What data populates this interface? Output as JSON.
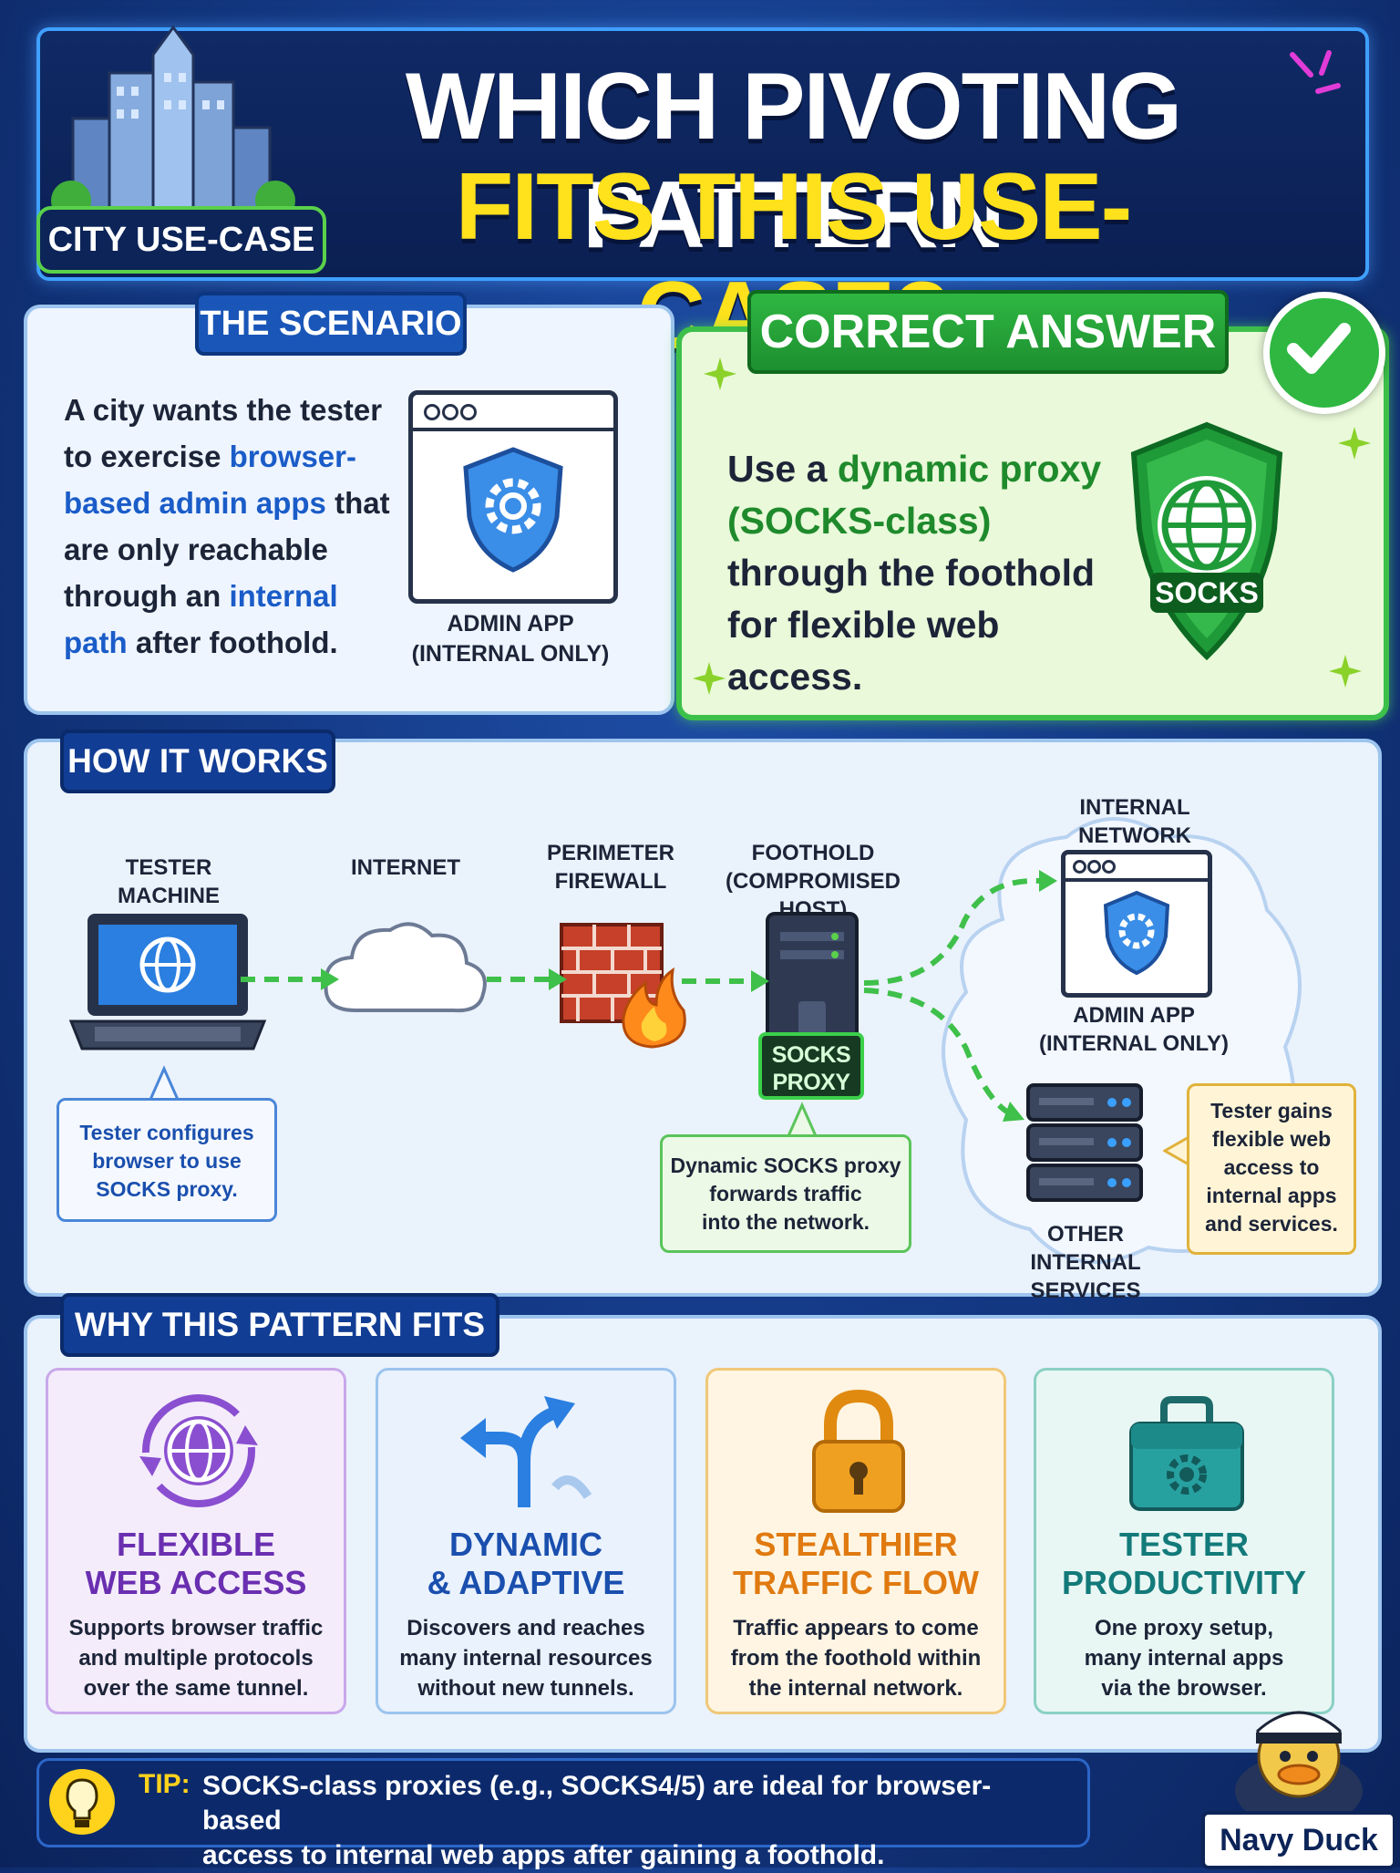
{
  "header": {
    "title_line1": "WHICH PIVOTING PATTERN",
    "title_line2": "FITS THIS USE-CASE?",
    "badge": "CITY USE-CASE"
  },
  "scenario": {
    "tab": "THE SCENARIO",
    "text_parts": [
      "A city wants the tester to exercise ",
      "browser-based admin apps",
      " that are only reachable through an ",
      "internal path",
      " after foothold."
    ],
    "app_caption_line1": "ADMIN APP",
    "app_caption_line2": "(INTERNAL ONLY)"
  },
  "answer": {
    "tab": "CORRECT ANSWER",
    "text_parts": [
      "Use a ",
      "dynamic proxy (SOCKS-class)",
      " through the foothold for flexible web access."
    ],
    "shield_label": "SOCKS"
  },
  "how": {
    "tab": "HOW IT WORKS",
    "tester_machine": "TESTER MACHINE",
    "internet": "INTERNET",
    "firewall_line1": "PERIMETER",
    "firewall_line2": "FIREWALL",
    "foothold_line1": "FOOTHOLD",
    "foothold_line2": "(COMPROMISED HOST)",
    "socks_line1": "SOCKS",
    "socks_line2": "PROXY",
    "internal_network": "INTERNAL NETWORK",
    "admin_line1": "ADMIN APP",
    "admin_line2": "(INTERNAL ONLY)",
    "other_line1": "OTHER INTERNAL",
    "other_line2": "SERVICES",
    "callout_tester": [
      "Tester configures",
      "browser to use",
      "SOCKS proxy."
    ],
    "callout_proxy": [
      "Dynamic SOCKS proxy",
      "forwards traffic",
      "into the network."
    ],
    "callout_gain": [
      "Tester gains",
      "flexible web",
      "access to",
      "internal apps",
      "and services."
    ]
  },
  "why": {
    "tab": "WHY THIS PATTERN FITS",
    "items": [
      {
        "title1": "FLEXIBLE",
        "title2": "WEB ACCESS",
        "desc": [
          "Supports browser traffic",
          "and multiple protocols",
          "over the same tunnel."
        ],
        "color": "#6a2fb0",
        "icon": "globe-arrows-icon"
      },
      {
        "title1": "DYNAMIC",
        "title2": "& ADAPTIVE",
        "desc": [
          "Discovers and reaches",
          "many internal resources",
          "without new tunnels."
        ],
        "color": "#1a4fae",
        "icon": "split-arrows-icon"
      },
      {
        "title1": "STEALTHIER",
        "title2": "TRAFFIC FLOW",
        "desc": [
          "Traffic appears to come",
          "from the foothold within",
          "the internal network."
        ],
        "color": "#e07a10",
        "icon": "padlock-icon"
      },
      {
        "title1": "TESTER",
        "title2": "PRODUCTIVITY",
        "desc": [
          "One proxy setup,",
          "many internal apps",
          "via the browser."
        ],
        "color": "#137a7a",
        "icon": "toolbox-icon"
      }
    ]
  },
  "tip": {
    "label": "TIP:",
    "line1": "SOCKS-class proxies (e.g., SOCKS4/5) are ideal for browser-based",
    "line2": "access to internal web apps after gaining a foothold."
  },
  "brand": "Navy Duck"
}
